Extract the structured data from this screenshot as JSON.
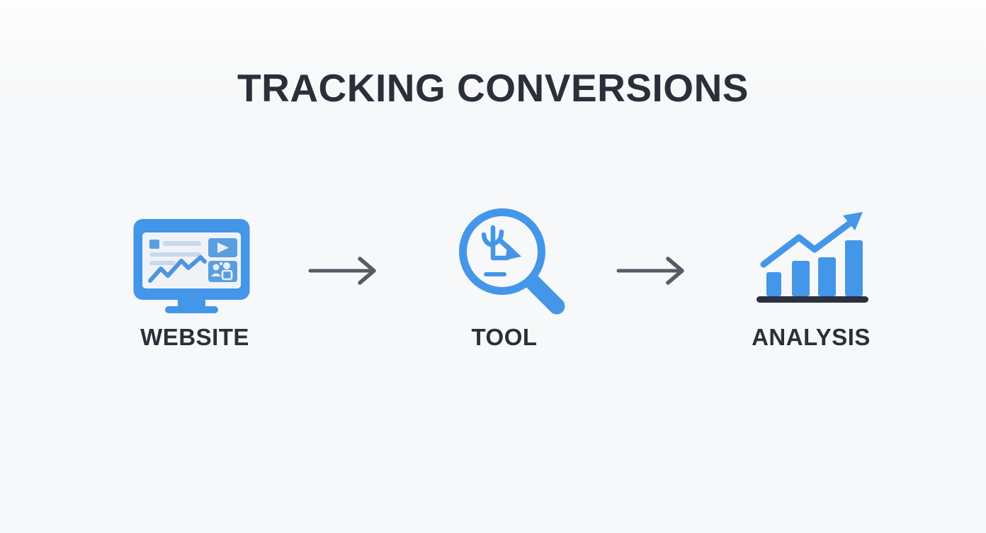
{
  "title": "TRACKING CONVERSIONS",
  "steps": [
    {
      "label": "WEBSITE",
      "icon": "website-monitor-icon"
    },
    {
      "label": "TOOL",
      "icon": "magnifier-icon"
    },
    {
      "label": "ANALYSIS",
      "icon": "bar-chart-growth-icon"
    }
  ],
  "connectors": [
    {
      "icon": "right-arrow-icon"
    },
    {
      "icon": "right-arrow-icon"
    }
  ],
  "colors": {
    "background": "#F7F8F9",
    "title_text": "#2B2F3A",
    "label_text": "#2B2F38",
    "primary_blue": "#4496E8",
    "chart_line_blue": "#4E94DE",
    "card_blue": "#5B9EE0",
    "screen_bg": "#EFF3F8",
    "screen_element": "#C9D8EA",
    "card_glyph_light": "#E8F0F9",
    "lens_fill": "#F7FAFC",
    "arrow_gray": "#565B66",
    "baseline_dark": "#2A3140"
  }
}
